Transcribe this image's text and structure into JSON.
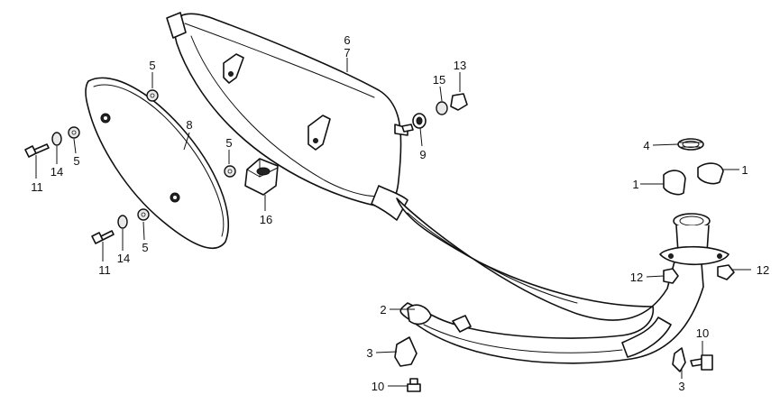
{
  "diagram": {
    "callouts": {
      "c1a": "1",
      "c1b": "1",
      "c2": "2",
      "c3a": "3",
      "c3b": "3",
      "c4": "4",
      "c5a": "5",
      "c5b": "5",
      "c5c": "5",
      "c5d": "5",
      "c6": "6",
      "c7": "7",
      "c8": "8",
      "c9": "9",
      "c10a": "10",
      "c10b": "10",
      "c11a": "11",
      "c11b": "11",
      "c12a": "12",
      "c12b": "12",
      "c13": "13",
      "c14a": "14",
      "c14b": "14",
      "c15": "15",
      "c16": "16"
    }
  }
}
